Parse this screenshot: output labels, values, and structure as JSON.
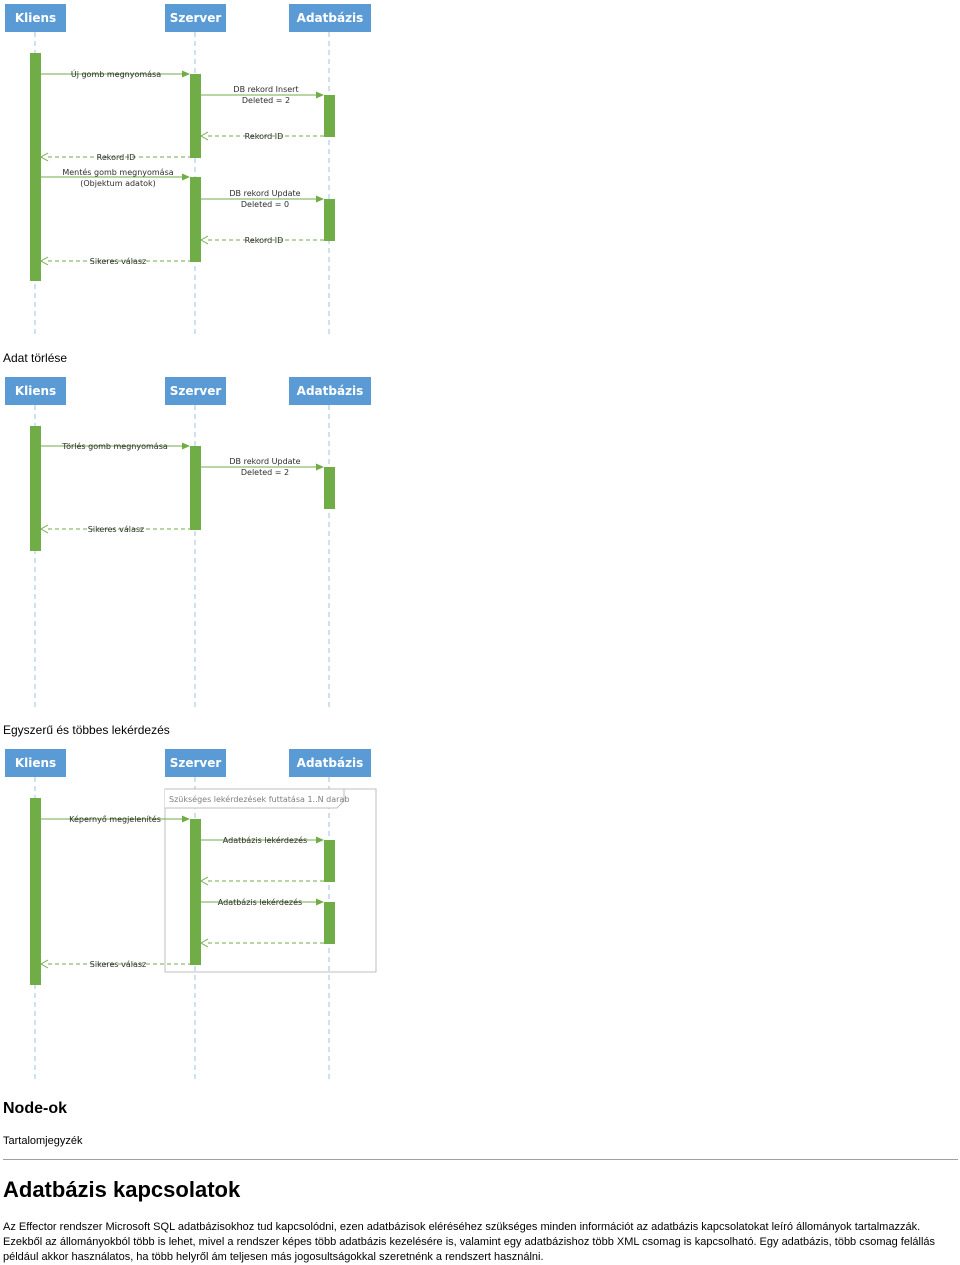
{
  "colors": {
    "header": "#5b9bd5",
    "activation": "#70ad47",
    "lifeline": "#9dc3e6",
    "loop_border": "#bfbfbf"
  },
  "diagrams": [
    {
      "headers": [
        "Kliens",
        "Szerver",
        "Adatbázis"
      ],
      "messages": [
        {
          "lines": [
            "Új gomb megnyomása"
          ]
        },
        {
          "lines": [
            "DB rekord Insert",
            "Deleted = 2"
          ]
        },
        {
          "lines": [
            "Rekord ID"
          ]
        },
        {
          "lines": [
            "Rekord ID"
          ]
        },
        {
          "lines": [
            "Mentés gomb megnyomása",
            "(Objektum adatok)"
          ]
        },
        {
          "lines": [
            "DB rekord Update",
            "Deleted = 0"
          ]
        },
        {
          "lines": [
            "Rekord ID"
          ]
        },
        {
          "lines": [
            "Sikeres válasz"
          ]
        }
      ]
    },
    {
      "headers": [
        "Kliens",
        "Szerver",
        "Adatbázis"
      ],
      "messages": [
        {
          "lines": [
            "Törlés gomb megnyomása"
          ]
        },
        {
          "lines": [
            "DB rekord Update",
            "Deleted = 2"
          ]
        },
        {
          "lines": [
            "Sikeres válasz"
          ]
        }
      ]
    },
    {
      "headers": [
        "Kliens",
        "Szerver",
        "Adatbázis"
      ],
      "loop_label": "Szükséges lekérdezések futtatása 1..N darab",
      "messages": [
        {
          "lines": [
            "Képernyő megjelenítés"
          ]
        },
        {
          "lines": [
            "Adatbázis lekérdezés"
          ]
        },
        {
          "lines": [
            "Adatbázis lekérdezés"
          ]
        },
        {
          "lines": [
            "Sikeres válasz"
          ]
        }
      ]
    }
  ],
  "captions": {
    "delete": "Adat törlése",
    "query": "Egyszerű és többes lekérdezés"
  },
  "nodes_heading": "Node-ok",
  "toc_label": "Tartalomjegyzék",
  "section_heading": "Adatbázis kapcsolatok",
  "paragraph": "Az Effector rendszer Microsoft SQL adatbázisokhoz tud kapcsolódni, ezen adatbázisok eléréséhez szükséges minden információt az adatbázis kapcsolatokat leíró állományok tartalmazzák. Ezekből az állományokból több is lehet, mivel a rendszer képes több adatbázis kezelésére is, valamint egy adatbázishoz több XML csomag is kapcsolható. Egy adatbázis, több csomag felállás például akkor használatos, ha több helyről ám teljesen más jogosultságokkal szeretnénk a rendszert használni."
}
